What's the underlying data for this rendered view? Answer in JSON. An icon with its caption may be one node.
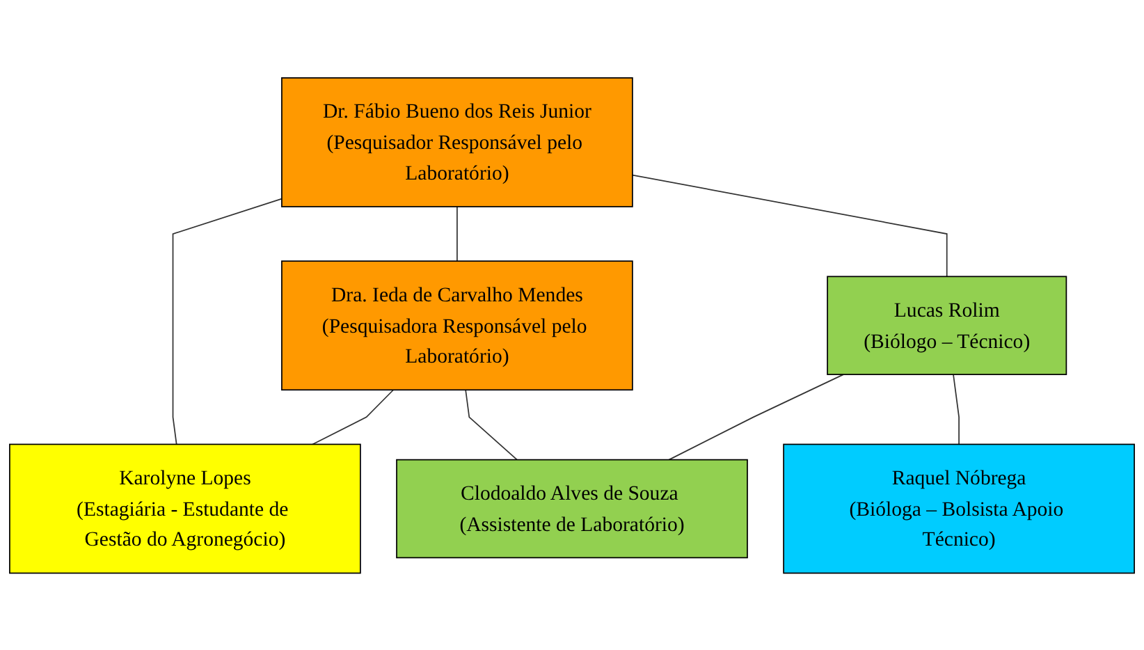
{
  "diagram": {
    "nodes": [
      {
        "text": [
          "Dr. Fábio Bueno dos Reis Junior",
          "(Pesquisador Responsável pelo Laboratório)"
        ]
      },
      {
        "text": [
          "Dra. Ieda de Carvalho Mendes",
          "(Pesquisadora Responsável pelo Laboratório)"
        ]
      },
      {
        "text": [
          "Lucas Rolim",
          "(Biólogo – Técnico)"
        ]
      },
      {
        "text": [
          "Clodoaldo Alves de Souza (Assistente de Laboratório)"
        ]
      },
      {
        "text": [
          "Raquel Nóbrega",
          "(Bióloga – Bolsista Apoio Técnico)"
        ]
      },
      {
        "text": [
          "Karolyne Lopes",
          "(Estagiária - Estudante de Gestão do Agronegócio)"
        ]
      }
    ],
    "edges": [
      {
        "from": 0,
        "to": 1,
        "arrow": "none"
      },
      {
        "from": 0,
        "to": 5,
        "arrow": "none"
      },
      {
        "from": 1,
        "to": 5,
        "arrow": "none"
      },
      {
        "from": 0,
        "to": 2,
        "arrow": "none"
      },
      {
        "from": 1,
        "to": 3,
        "arrow": "none"
      },
      {
        "from": 2,
        "to": 3,
        "arrow": "none"
      },
      {
        "from": 2,
        "to": 4,
        "arrow": "none"
      }
    ]
  }
}
